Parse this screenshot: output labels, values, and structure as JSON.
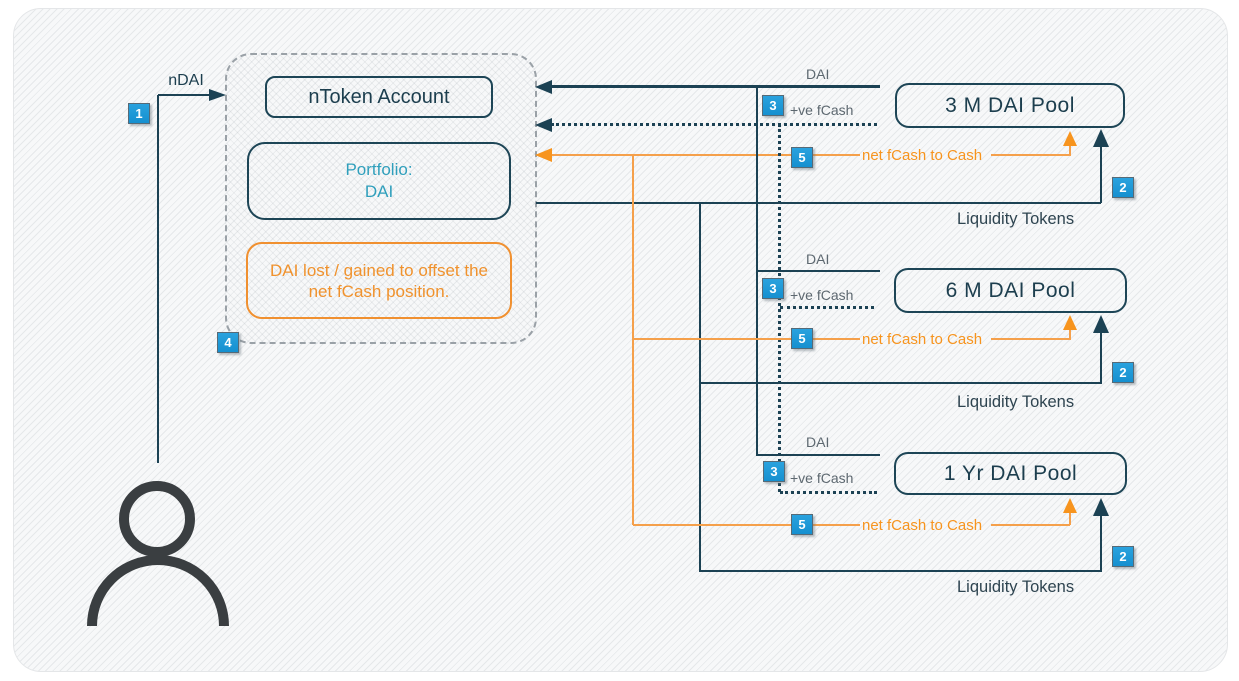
{
  "badges": {
    "b1": "1",
    "b2": "2",
    "b3": "3",
    "b4": "4",
    "b5": "5"
  },
  "actor_flow": {
    "ndai_label": "nDAI"
  },
  "account": {
    "title": "nToken Account",
    "portfolio_title": "Portfolio:",
    "portfolio_asset": "DAI",
    "note": "DAI lost / gained to offset the net fCash position."
  },
  "pools": [
    {
      "name": "3 M DAI Pool",
      "dai_label": "DAI",
      "fcash_label": "+ve fCash",
      "net_fcash_label": "net fCash to Cash",
      "liquidity_label": "Liquidity Tokens"
    },
    {
      "name": "6 M DAI Pool",
      "dai_label": "DAI",
      "fcash_label": "+ve fCash",
      "net_fcash_label": "net fCash to Cash",
      "liquidity_label": "Liquidity Tokens"
    },
    {
      "name": "1 Yr DAI Pool",
      "dai_label": "DAI",
      "fcash_label": "+ve fCash",
      "net_fcash_label": "net fCash to Cash",
      "liquidity_label": "Liquidity Tokens"
    }
  ],
  "colors": {
    "line_navy": "#1c4254",
    "accent_orange": "#f7941e",
    "orange_line": "#f5a04b",
    "portfolio_teal": "#2f9fbc",
    "badge_blue": "#1795d3",
    "label_gray": "#5d6870",
    "background": "#f7f8f9"
  }
}
